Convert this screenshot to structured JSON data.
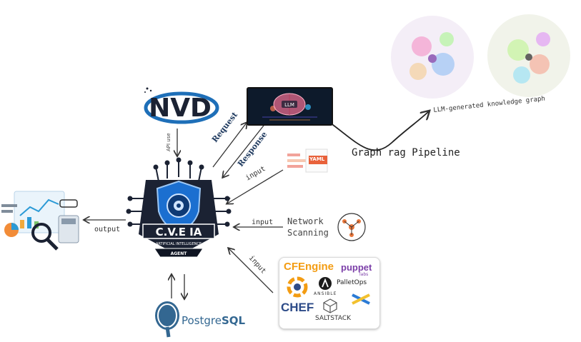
{
  "nvd": {
    "logo": "NVD"
  },
  "llm": {
    "label": "LLM"
  },
  "agent": {
    "title": "C.V.E IA",
    "subtitle": "ARTIFICIAL INTELLIGENCE",
    "tag": "AGENT"
  },
  "arrows": {
    "request": "Request",
    "response": "Response",
    "api": "API use",
    "input1": "input",
    "input2": "input",
    "input3": "input",
    "output": "output"
  },
  "yaml": {
    "badge": "YAML"
  },
  "network": {
    "line1": "Network",
    "line2": "Scanning"
  },
  "pipeline": {
    "label": "Graph rag Pipeline"
  },
  "knowledge_graph": {
    "label": "LLM-generated knowledge graph"
  },
  "database": {
    "name_a": "Postgre",
    "name_b": "SQL"
  },
  "config_tools": {
    "cfengine": "CFEngine",
    "puppet": "puppet",
    "puppet_sub": "labs",
    "ansible": "ANSIBLE",
    "palletops": "PalletOps",
    "chef": "CHEF",
    "saltstack": "SALTSTACK"
  },
  "colors": {
    "nvd_blue": "#1e6fb8",
    "nvd_dark": "#1b2233",
    "llm_bg": "#0d1a2b",
    "agent_shield": "#1b6fd0",
    "cfengine_orange": "#f39c12",
    "puppet_purple": "#7b3ea8",
    "chef_blue": "#2d4b88"
  }
}
